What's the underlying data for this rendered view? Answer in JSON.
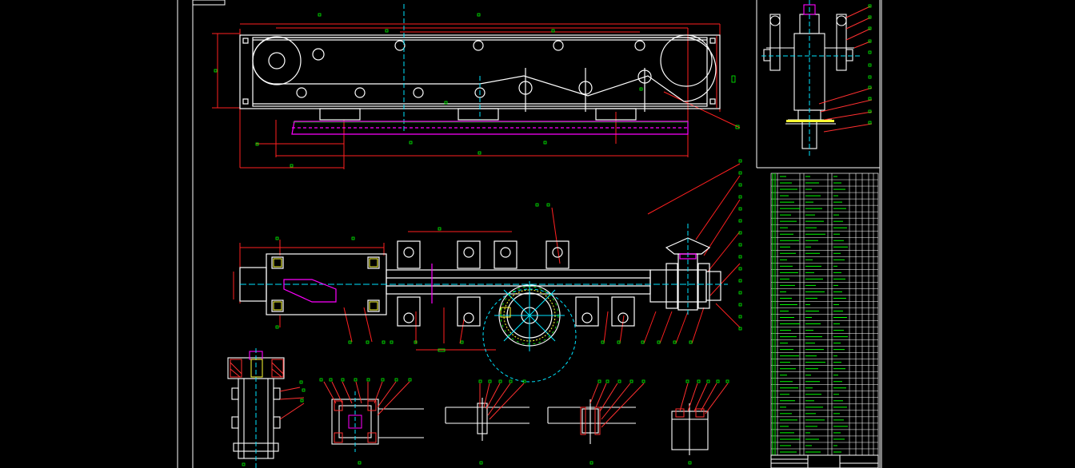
{
  "drawing": {
    "background": "#000000",
    "colors": {
      "outline": "#ffffff",
      "dimension": "#ff2020",
      "centerline": "#00e5ff",
      "annotation": "#00ff00",
      "highlight": "#ff00ff",
      "hatch": "#ff3030",
      "table_line": "#00ff00",
      "yellow": "#ffff33",
      "sheet_frame": "#ffffff"
    },
    "views": [
      "top-elevation-view",
      "side-end-view",
      "plan-view",
      "section-view-a",
      "section-view-b",
      "section-view-c",
      "section-view-d",
      "section-view-e"
    ],
    "parts_list": "parts-list-table",
    "title_block": "title-block"
  }
}
